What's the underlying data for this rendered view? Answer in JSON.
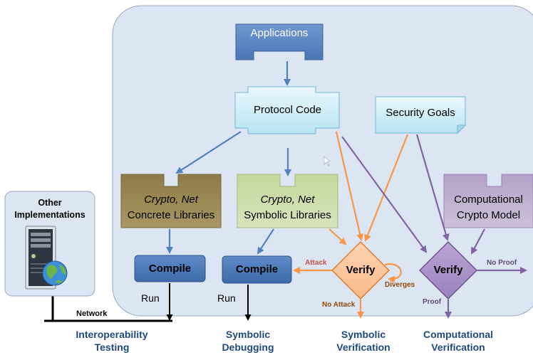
{
  "nodes": {
    "applications": "Applications",
    "protocol_code": "Protocol Code",
    "security_goals": "Security Goals",
    "concrete_lib": {
      "line1": "Crypto, Net",
      "line2": "Concrete Libraries"
    },
    "symbolic_lib": {
      "line1": "Crypto, Net",
      "line2": "Symbolic Libraries"
    },
    "crypto_model": {
      "line1": "Computational",
      "line2": "Crypto Model"
    },
    "compile_1": "Compile",
    "compile_2": "Compile",
    "verify_symbolic": "Verify",
    "verify_computational": "Verify",
    "other_impl": {
      "line1": "Other",
      "line2": "Implementations"
    }
  },
  "edge_labels": {
    "attack": "Attack",
    "diverges": "Diverges",
    "no_attack": "No Attack",
    "proof": "Proof",
    "no_proof": "No Proof",
    "run_1": "Run",
    "run_2": "Run",
    "network": "Network"
  },
  "outcomes": {
    "interop": {
      "line1": "Interoperability",
      "line2": "Testing"
    },
    "sym_debug": {
      "line1": "Symbolic",
      "line2": "Debugging"
    },
    "sym_verif": {
      "line1": "Symbolic",
      "line2": "Verification"
    },
    "comp_verif": {
      "line1": "Computational",
      "line2": "Verification"
    }
  },
  "colors": {
    "panel": "#dce6f2",
    "blue_arrow": "#4f81bd",
    "orange": "#f79646",
    "purple": "#8064a2",
    "outcome_text": "#1f497d"
  }
}
